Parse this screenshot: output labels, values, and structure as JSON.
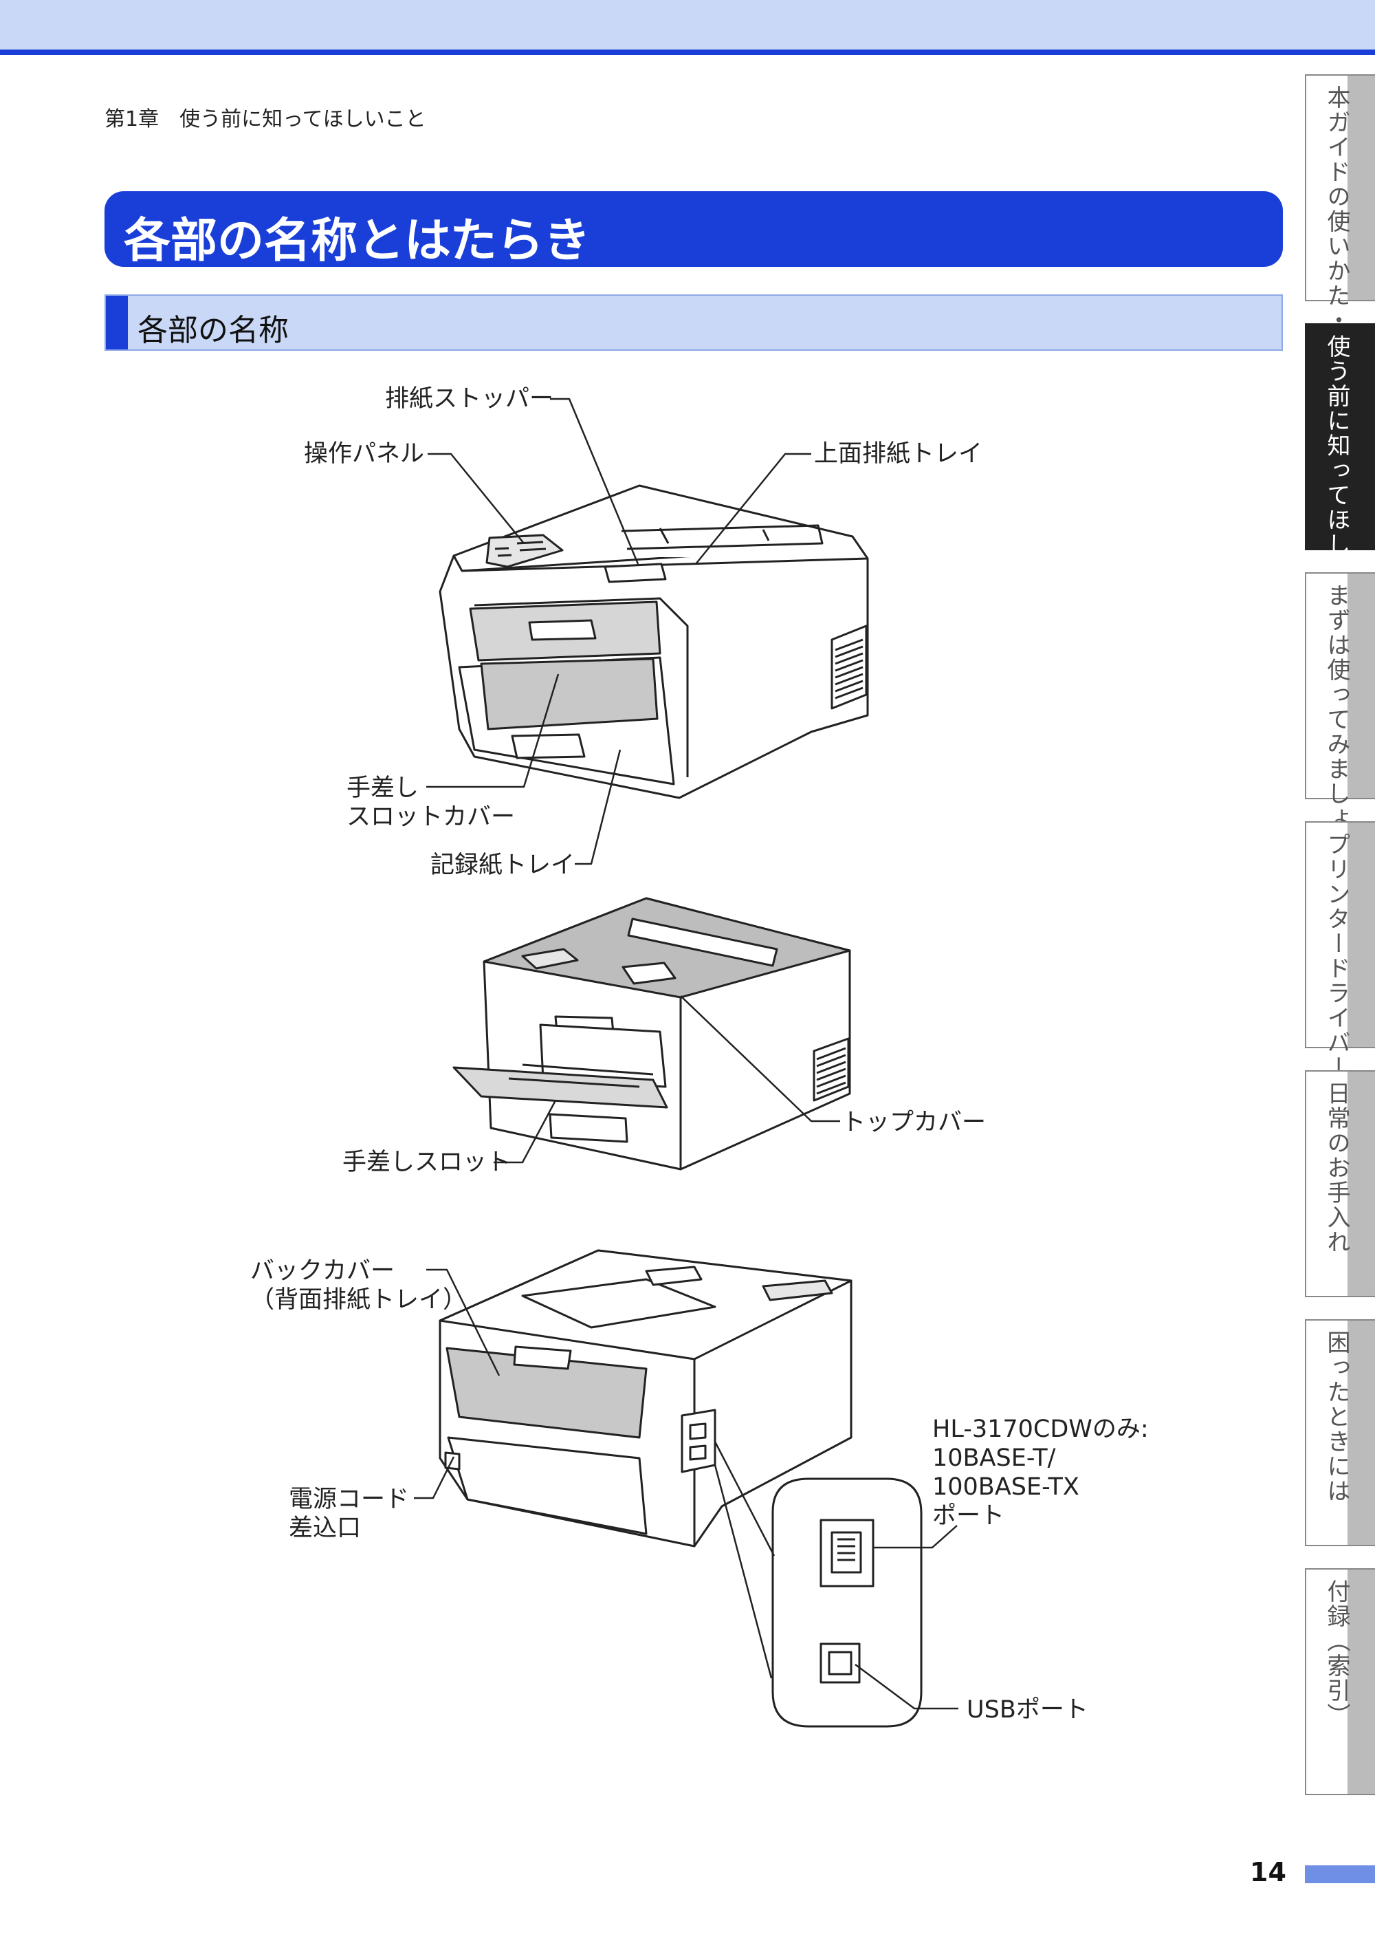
{
  "header": {
    "chapter": "第1章　使う前に知ってほしいこと"
  },
  "title": "各部の名称とはたらき",
  "section": "各部の名称",
  "tabs": [
    {
      "label": "本ガイドの使いかた・目次",
      "active": false
    },
    {
      "label": "使う前に知ってほしいこと",
      "active": true
    },
    {
      "label": "まずは使ってみましょう",
      "active": false
    },
    {
      "label": "プリンタードライバー",
      "active": false
    },
    {
      "label": "日常のお手入れ",
      "active": false
    },
    {
      "label": "困ったときには",
      "active": false
    },
    {
      "label": "付録（索引）",
      "active": false
    }
  ],
  "labels": {
    "paper_stopper": "排紙ストッパー",
    "control_panel": "操作パネル",
    "top_output_tray": "上面排紙トレイ",
    "manual_slot_cover_1": "手差し",
    "manual_slot_cover_2": "スロットカバー",
    "paper_tray": "記録紙トレイ",
    "manual_slot": "手差しスロット",
    "top_cover": "トップカバー",
    "back_cover_1": "バックカバー",
    "back_cover_2": "（背面排紙トレイ）",
    "power_socket_1": "電源コード",
    "power_socket_2": "差込口",
    "lan_note_1": "HL-3170CDWのみ:",
    "lan_note_2": "10BASE-T/",
    "lan_note_3": "100BASE-TX",
    "lan_note_4": "ポート",
    "usb_port": "USBポート"
  },
  "page_number": "14",
  "colors": {
    "accent": "#1a3fd8",
    "band": "#c9d8f6"
  }
}
